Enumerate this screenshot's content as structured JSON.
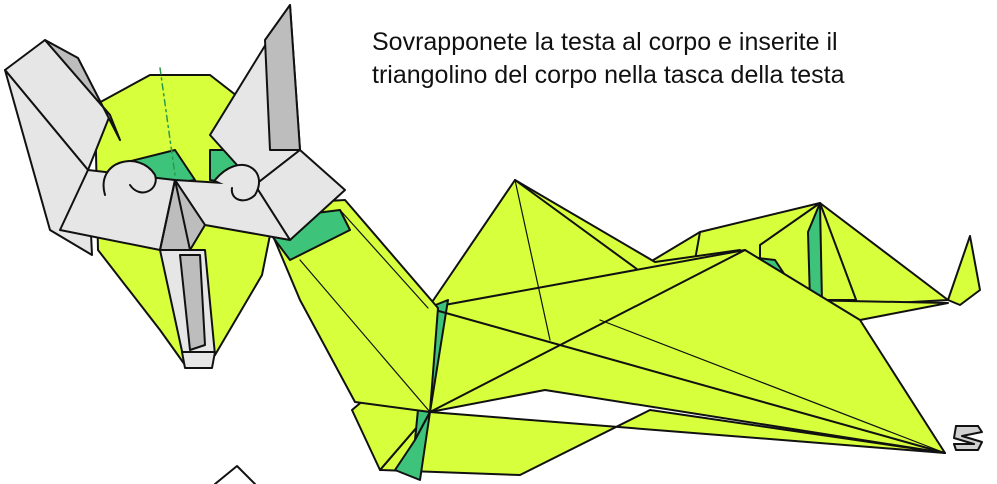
{
  "instruction": {
    "line1": "Sovrapponete la testa al corpo e inserite il",
    "line2": "triangolino del corpo nella tasca della testa"
  },
  "colors": {
    "paper_front": "#d7ff3c",
    "paper_shade": "#3dc47a",
    "paper_back": "#e6e6e6",
    "paper_back_dark": "#bdbdbd",
    "outline": "#111111",
    "fold_line": "#2a9a4a"
  },
  "icons": {
    "step_symbol": "turn-over-symbol",
    "arrow": "push-arrow"
  }
}
